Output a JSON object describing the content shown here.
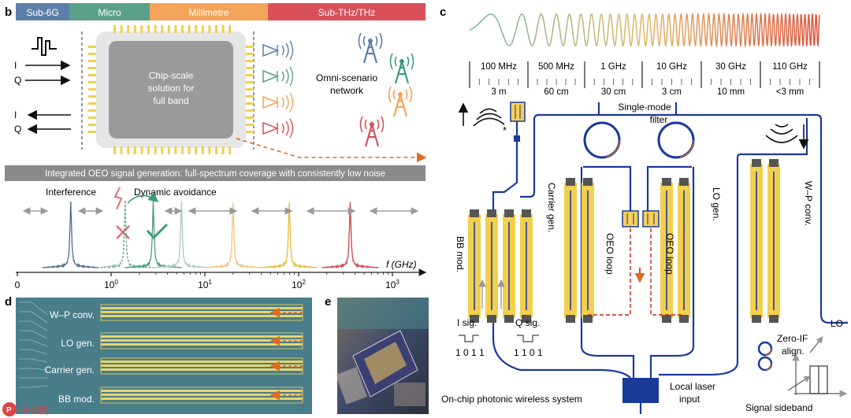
{
  "panels": {
    "b": "b",
    "c": "c",
    "d": "d",
    "e": "e"
  },
  "bands": [
    {
      "label": "Sub-6G",
      "color": "#5b7fa6"
    },
    {
      "label": "Micro",
      "color": "#5aa08b"
    },
    {
      "label": "Millimetre",
      "color": "#f2a45a"
    },
    {
      "label": "Sub-THz/THz",
      "color": "#d9505a"
    }
  ],
  "chip": {
    "lines": [
      "Chip-scale",
      "solution for",
      "full band"
    ]
  },
  "iq_in": {
    "i": "I",
    "q": "Q"
  },
  "iq_out": {
    "i": "I",
    "q": "Q"
  },
  "network": {
    "lines": [
      "Omni-scenario",
      "network"
    ]
  },
  "banner": "Integrated OEO signal generation: full-spectrum coverage with consistently low noise",
  "spectrum": {
    "interference": "Interference",
    "avoidance": "Dynamic avoidance",
    "axis_label": "f (GHz)",
    "ticks": [
      {
        "base": "0",
        "exp": ""
      },
      {
        "base": "10",
        "exp": "0"
      },
      {
        "base": "10",
        "exp": "1"
      },
      {
        "base": "10",
        "exp": "2"
      },
      {
        "base": "10",
        "exp": "3"
      }
    ],
    "peaks": [
      {
        "pos": 0.57,
        "color": "#4f6e8a"
      },
      {
        "pos": 1.15,
        "color": "#6aa58d"
      },
      {
        "pos": 1.45,
        "color": "#4a9a7e"
      },
      {
        "pos": 1.75,
        "color": "#a8cfc1"
      },
      {
        "pos": 2.3,
        "color": "#f4c27a"
      },
      {
        "pos": 2.9,
        "color": "#e9b83c"
      },
      {
        "pos": 3.55,
        "color": "#c9444e"
      }
    ]
  },
  "scale": [
    {
      "freq": "100 MHz",
      "wave": "3 m"
    },
    {
      "freq": "500 MHz",
      "wave": "60 cm"
    },
    {
      "freq": "1 GHz",
      "wave": "30 cm"
    },
    {
      "freq": "10 GHz",
      "wave": "3 cm"
    },
    {
      "freq": "30 GHz",
      "wave": "10 mm"
    },
    {
      "freq": "110 GHz",
      "wave": "<3 mm"
    }
  ],
  "circuit": {
    "filter": [
      "Single-mode",
      "filter"
    ],
    "bb_mod": "BB mod.",
    "carrier_gen": "Carrier gen.",
    "oeo_loop": "OEO loop",
    "lo_gen": "LO gen.",
    "wp_conv": "W–P conv.",
    "i_sig": "I sig.",
    "q_sig": "Q sig.",
    "i_bits": "1 0 1 1",
    "q_bits": "1 1 0 1",
    "laser": [
      "Local laser",
      "input"
    ],
    "system": "On-chip photonic wireless system",
    "lo": "LO",
    "zero_if": [
      "Zero-IF",
      "align."
    ],
    "sideband": "Signal sideband",
    "star": "*"
  },
  "photo_d": {
    "labels": [
      "W–P conv.",
      "LO gen.",
      "Carrier gen.",
      "BB mod."
    ]
  },
  "watermark": "中文网"
}
